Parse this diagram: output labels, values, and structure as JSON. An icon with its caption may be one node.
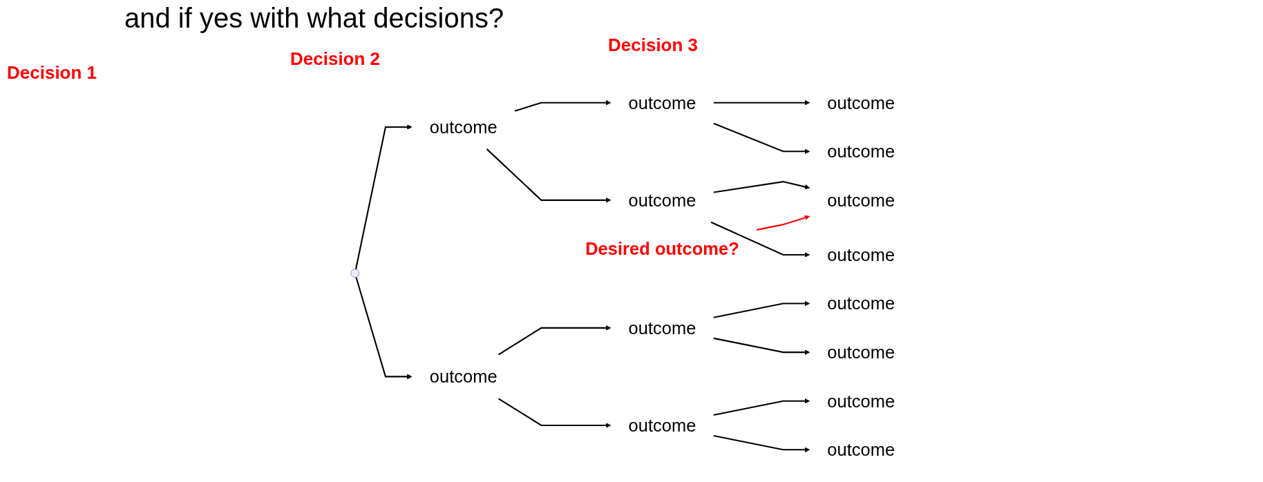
{
  "diagram": {
    "title": "and if yes with what decisions?",
    "nodes": [
      {
        "text": [],
        "shape": "point"
      },
      {
        "text": [
          "outcome"
        ]
      },
      {
        "text": [
          "outcome"
        ]
      },
      {
        "text": [
          "outcome"
        ]
      },
      {
        "text": [
          "outcome"
        ]
      },
      {
        "text": [
          "outcome"
        ]
      },
      {
        "text": [
          "outcome"
        ]
      },
      {
        "text": [
          "outcome"
        ]
      },
      {
        "text": [
          "outcome"
        ]
      },
      {
        "text": [
          "outcome"
        ]
      },
      {
        "text": [
          "outcome"
        ]
      },
      {
        "text": [
          "outcome"
        ]
      },
      {
        "text": [
          "outcome"
        ]
      },
      {
        "text": [
          "outcome"
        ]
      },
      {
        "text": [
          "outcome"
        ]
      },
      {
        "text": [
          "Desired outcome?"
        ]
      }
    ],
    "edges": [
      {
        "from": 0,
        "to": 1,
        "arrow": "to"
      },
      {
        "from": 0,
        "to": 2,
        "arrow": "to"
      },
      {
        "from": 1,
        "to": 3,
        "arrow": "to"
      },
      {
        "from": 1,
        "to": 4,
        "arrow": "to"
      },
      {
        "from": 2,
        "to": 5,
        "arrow": "to"
      },
      {
        "from": 2,
        "to": 6,
        "arrow": "to"
      },
      {
        "from": 3,
        "to": 7,
        "arrow": "to"
      },
      {
        "from": 3,
        "to": 8,
        "arrow": "to"
      },
      {
        "from": 4,
        "to": 9,
        "arrow": "to"
      },
      {
        "from": 4,
        "to": 10,
        "arrow": "to"
      },
      {
        "from": 5,
        "to": 11,
        "arrow": "to"
      },
      {
        "from": 5,
        "to": 12,
        "arrow": "to"
      },
      {
        "from": 6,
        "to": 13,
        "arrow": "to"
      },
      {
        "from": 6,
        "to": 14,
        "arrow": "to"
      },
      {
        "from": 15,
        "to": 9,
        "arrow": "to",
        "color": "#ff0000"
      }
    ],
    "labels": [
      "Decision 1",
      "Decision 2",
      "Decision 3"
    ]
  }
}
